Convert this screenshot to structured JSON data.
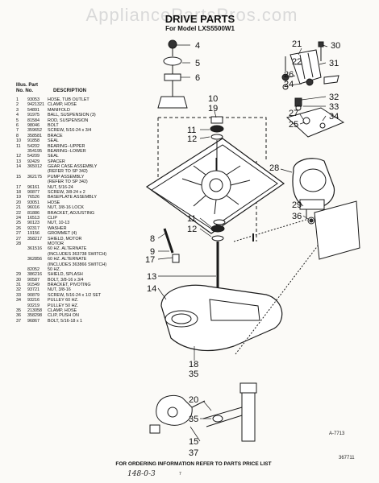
{
  "watermark": "AppliancePartsPros.com",
  "title": "DRIVE PARTS",
  "model": "For Model LXS5500W1",
  "table_headers": {
    "illus": "Illus. Part",
    "no": "No.    No.",
    "desc": "DESCRIPTION"
  },
  "parts": [
    {
      "illus": "1",
      "part": "93053",
      "desc": "HOSE, TUB OUTLET"
    },
    {
      "illus": "2",
      "part": "9421321",
      "desc": "CLAMP, HOSE"
    },
    {
      "illus": "3",
      "part": "54891",
      "desc": "MANIFOLD"
    },
    {
      "illus": "4",
      "part": "91975",
      "desc": "BALL, SUSPENSION (3)"
    },
    {
      "illus": "5",
      "part": "81584",
      "desc": "ROD, SUSPENSION"
    },
    {
      "illus": "6",
      "part": "98046",
      "desc": "BOLT"
    },
    {
      "illus": "7",
      "part": "359652",
      "desc": "SCREW, 5/16-24 x 3/4"
    },
    {
      "illus": "8",
      "part": "358581",
      "desc": "BRACE"
    },
    {
      "illus": "10",
      "part": "91858",
      "desc": "SEAL"
    },
    {
      "illus": "11",
      "part": "54202",
      "desc": "BEARING--UPPER"
    },
    {
      "illus": "",
      "part": "354195",
      "desc": "BEARING--LOWER"
    },
    {
      "illus": "12",
      "part": "54209",
      "desc": "SEAL"
    },
    {
      "illus": "13",
      "part": "92429",
      "desc": "SPACER"
    },
    {
      "illus": "14",
      "part": "365012",
      "desc": "GEAR CASE ASSEMBLY"
    },
    {
      "illus": "",
      "part": "",
      "desc": "(REFER TO SP 342)"
    },
    {
      "illus": "15",
      "part": "362175",
      "desc": "PUMP ASSEMBLY"
    },
    {
      "illus": "",
      "part": "",
      "desc": "(REFER TO SP 342)"
    },
    {
      "illus": "17",
      "part": "96161",
      "desc": "NUT, 5/16-24"
    },
    {
      "illus": "18",
      "part": "90877",
      "desc": "SCREW, 3/8-24 x 2"
    },
    {
      "illus": "19",
      "part": "76526",
      "desc": "BASEPLATE ASSEMBLY"
    },
    {
      "illus": "20",
      "part": "93051",
      "desc": "HOSE"
    },
    {
      "illus": "21",
      "part": "96016",
      "desc": "NUT, 3/8-16 LOCK"
    },
    {
      "illus": "22",
      "part": "81886",
      "desc": "BRACKET, ADJUSTING"
    },
    {
      "illus": "24",
      "part": "16513",
      "desc": "CLIP"
    },
    {
      "illus": "25",
      "part": "90123",
      "desc": "NUT, 10-13"
    },
    {
      "illus": "26",
      "part": "92317",
      "desc": "WASHER"
    },
    {
      "illus": "27",
      "part": "19156",
      "desc": "GROMMET (4)"
    },
    {
      "illus": "27",
      "part": "358217",
      "desc": "SHIELD, MOTOR"
    },
    {
      "illus": "28",
      "part": "",
      "desc": "MOTOR"
    },
    {
      "illus": "",
      "part": "361516",
      "desc": "60 HZ. ALTERNATE"
    },
    {
      "illus": "",
      "part": "",
      "desc": "(INCLUDES 363738 SWITCH)"
    },
    {
      "illus": "",
      "part": "362856",
      "desc": "60 HZ. ALTERNATE"
    },
    {
      "illus": "",
      "part": "",
      "desc": "(INCLUDES 363866 SWITCH)"
    },
    {
      "illus": "",
      "part": "82052",
      "desc": "50 HZ."
    },
    {
      "illus": "29",
      "part": "386216",
      "desc": "SHIELD, SPLASH"
    },
    {
      "illus": "30",
      "part": "90587",
      "desc": "BOLT, 3/8-16 x 3/4"
    },
    {
      "illus": "31",
      "part": "91549",
      "desc": "BRACKET, PIVOTING"
    },
    {
      "illus": "32",
      "part": "93721",
      "desc": "NUT, 3/8-16"
    },
    {
      "illus": "33",
      "part": "90879",
      "desc": "SCREW, 5/16-24 x 1/2 SET"
    },
    {
      "illus": "34",
      "part": "93216",
      "desc": "PULLEY 60 HZ."
    },
    {
      "illus": "",
      "part": "93219",
      "desc": "PULLEY 50 HZ."
    },
    {
      "illus": "35",
      "part": "213058",
      "desc": "CLAMP, HOSE"
    },
    {
      "illus": "36",
      "part": "358298",
      "desc": "CLIP, PUSH ON"
    },
    {
      "illus": "37",
      "part": "96867",
      "desc": "BOLT, 5/16-18 x 1"
    }
  ],
  "callouts": {
    "c4": "4",
    "c5": "5",
    "c6": "6",
    "c10": "10",
    "c19": "19",
    "c11a": "11",
    "c12a": "12",
    "c11b": "11",
    "c12b": "12",
    "c8": "8",
    "c9": "9",
    "c17": "17",
    "c13": "13",
    "c14": "14",
    "c18": "18",
    "c35a": "35",
    "c20": "20",
    "c35b": "35",
    "c15": "15",
    "c37": "37",
    "c21": "21",
    "c30": "30",
    "c22": "22",
    "c31": "31",
    "c26": "26",
    "c24": "24",
    "c32": "32",
    "c33": "33",
    "c34": "34",
    "c27": "27",
    "c25": "25",
    "c28": "28",
    "c29": "29",
    "c36": "36"
  },
  "figure_id": "A-7713",
  "footer": "FOR ORDERING INFORMATION REFER TO PARTS PRICE LIST",
  "handwritten": "148-0-3",
  "page_small": "7",
  "ref_code": "367711"
}
